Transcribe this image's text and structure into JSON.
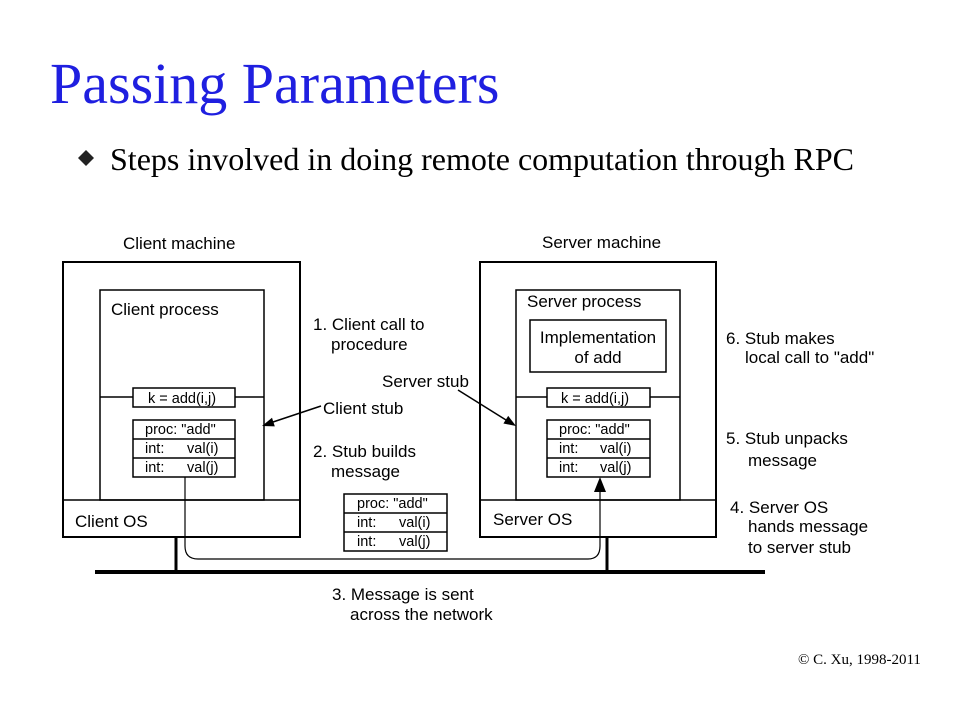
{
  "slide": {
    "title": "Passing Parameters",
    "bullets": [
      "Steps involved in doing remote computation through RPC"
    ],
    "footer": "© C. Xu, 1998-2011"
  },
  "diagram": {
    "client": {
      "machine_label": "Client machine",
      "process_label": "Client process",
      "call": "k = add(i,j)",
      "os_label": "Client OS",
      "message": {
        "header": "proc: \"add\"",
        "rows": [
          {
            "type": "int:",
            "value": "val(i)"
          },
          {
            "type": "int:",
            "value": "val(j)"
          }
        ]
      }
    },
    "server": {
      "machine_label": "Server machine",
      "process_label": "Server process",
      "implementation": [
        "Implementation",
        "of add"
      ],
      "call": "k = add(i,j)",
      "os_label": "Server OS",
      "message": {
        "header": "proc: \"add\"",
        "rows": [
          {
            "type": "int:",
            "value": "val(i)"
          },
          {
            "type": "int:",
            "value": "val(j)"
          }
        ]
      }
    },
    "network_message": {
      "header": "proc: \"add\"",
      "rows": [
        {
          "type": "int:",
          "value": "val(i)"
        },
        {
          "type": "int:",
          "value": "val(j)"
        }
      ]
    },
    "labels": {
      "client_stub": "Client stub",
      "server_stub": "Server stub"
    },
    "steps": [
      {
        "lines": [
          "1. Client call to",
          "procedure"
        ]
      },
      {
        "lines": [
          "2. Stub builds",
          "message"
        ]
      },
      {
        "lines": [
          "3. Message is sent",
          "across the network"
        ]
      },
      {
        "lines": [
          "4. Server OS",
          "hands message",
          "to server stub"
        ]
      },
      {
        "lines": [
          "5. Stub unpacks",
          "message"
        ]
      },
      {
        "lines": [
          "6. Stub makes",
          "local call to \"add\""
        ]
      }
    ]
  },
  "colors": {
    "title": "#1f1fe0",
    "lines": "#000000",
    "background": "#ffffff"
  }
}
